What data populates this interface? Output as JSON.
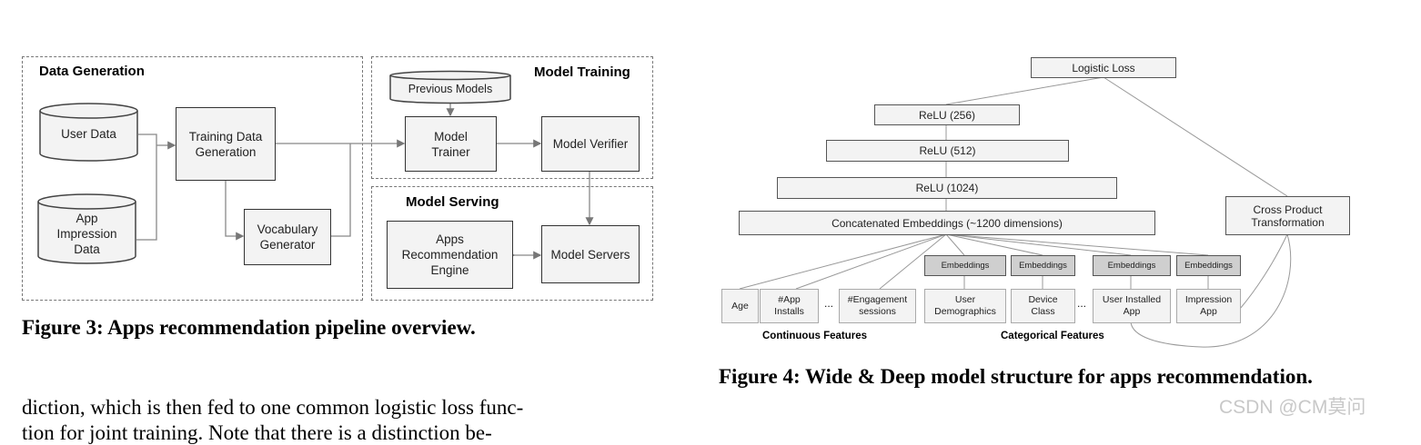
{
  "figure3": {
    "sections": {
      "data_generation": "Data Generation",
      "model_training": "Model Training",
      "model_serving": "Model Serving"
    },
    "nodes": {
      "user_data": "User Data",
      "app_impression_data": "App Impression Data",
      "training_data_generation": "Training Data Generation",
      "vocabulary_generator": "Vocabulary Generator",
      "previous_models": "Previous Models",
      "model_trainer": "Model Trainer",
      "model_verifier": "Model Verifier",
      "apps_recommendation_engine": "Apps Recommendation Engine",
      "model_servers": "Model Servers"
    },
    "caption": "Figure 3: Apps recommendation pipeline overview."
  },
  "figure4": {
    "nodes": {
      "logistic_loss": "Logistic Loss",
      "relu_256": "ReLU (256)",
      "relu_512": "ReLU (512)",
      "relu_1024": "ReLU (1024)",
      "concat": "Concatenated Embeddings (~1200 dimensions)",
      "cross_product": "Cross Product Transformation",
      "embeddings": "Embeddings"
    },
    "features": [
      "Age",
      "#App Installs",
      "#Engagement sessions",
      "User Demographics",
      "Device Class",
      "User Installed App",
      "Impression App"
    ],
    "ellipsis": "...",
    "continuous_label": "Continuous Features",
    "categorical_label": "Categorical Features",
    "caption": "Figure 4: Wide & Deep model structure for apps recommendation."
  },
  "body_text": [
    "diction, which is then fed to one common logistic loss func-",
    "tion for joint training. Note that there is a distinction be-"
  ],
  "watermark": "CSDN @CM莫问"
}
